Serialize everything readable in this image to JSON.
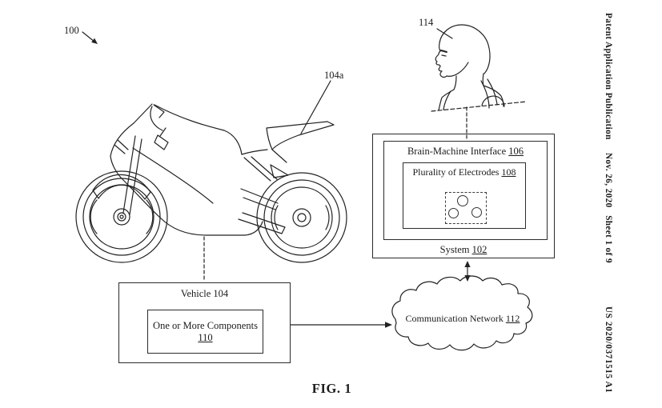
{
  "header": {
    "publication": "Patent Application Publication",
    "date_sheet": "Nov. 26, 2020   Sheet 1 of 9",
    "doc_number": "US 2020/0371515 A1"
  },
  "figure": {
    "caption": "FIG. 1"
  },
  "annotations": {
    "overall_ref": "100",
    "vehicle_part_ref": "104a",
    "user_ref": "114"
  },
  "vehicle": {
    "title": "Vehicle 104",
    "components": {
      "label": "One or More Components",
      "ref": "110"
    }
  },
  "system": {
    "label": "System",
    "ref": "102",
    "bmi": {
      "label": "Brain-Machine Interface",
      "ref": "106"
    },
    "electrodes": {
      "label": "Plurality of Electrodes",
      "ref": "108"
    }
  },
  "network": {
    "label": "Communication Network",
    "ref": "112"
  },
  "colors": {
    "ink": "#222222",
    "background": "#ffffff"
  }
}
